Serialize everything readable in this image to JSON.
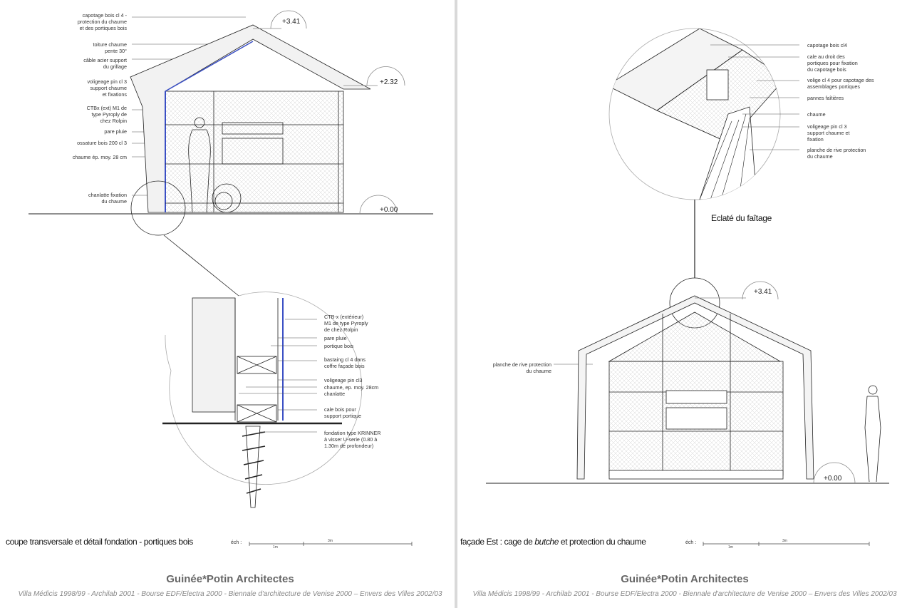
{
  "left": {
    "section_labels": [
      "capotage bois cl 4 -\nprotection du chaume\net des portiques bois",
      "toiture chaume\npente 30°",
      "câble acier support\ndu grillage",
      "voligeage pin cl 3\nsupport chaume\net fixations",
      "CTBx (ext) M1 de\ntype Pyroply de\nchez Rolpin",
      "pare pluie",
      "ossature bois 200 cl 3",
      "chaume ép. moy. 28 cm",
      "chanlatte fixation\ndu chaume"
    ],
    "elevations": [
      "+3.41",
      "+2.32",
      "+0.00"
    ],
    "detail_labels": [
      "CTB-x (extérieur)\nM1 de type Pyroply\nde chez Rolpin",
      "pare pluie",
      "portique bois",
      "bastaing cl 4 dans\ncoffre façade bois",
      "voligeage pin cl3",
      "chaume, ep. moy. 28cm",
      "chanlatte",
      "cale bois pour\nsupport portique",
      "fondation type KRINNER\nà visser U-serie (0.80 à\n1.30m de profondeur)"
    ],
    "caption": "coupe transversale et détail fondation - portiques bois",
    "scale": {
      "label": "éch :",
      "tick_1": "1m",
      "tick_3": "3m"
    },
    "firm": "Guinée*Potin Architectes",
    "credits": "Villa Médicis 1998/99 - Archilab 2001 - Bourse EDF/Electra 2000 - Biennale d'architecture de Venise 2000 – Envers des Villes 2002/03"
  },
  "right": {
    "detail_labels": [
      "capotage bois cl4",
      "cale au droit des\nportiques pour fixation\ndu capotage bois",
      "volige cl 4 pour capotage des\nassemblages portiques",
      "pannes faîtières",
      "chaume",
      "voligeage pin cl 3\nsupport chaume et\nfixation",
      "planche de rive protection\ndu chaume"
    ],
    "detail_title": "Eclaté du faîtage",
    "facade_label": "planche de rive protection\ndu chaume",
    "elevations": [
      "+3.41",
      "+0.00"
    ],
    "caption_pre": "façade Est : cage de ",
    "caption_em": "butche",
    "caption_post": " et protection du chaume",
    "scale": {
      "label": "éch :",
      "tick_1": "1m",
      "tick_3": "3m"
    },
    "firm": "Guinée*Potin Architectes",
    "credits": "Villa Médicis 1998/99 - Archilab 2001 - Bourse EDF/Electra 2000 - Biennale d'architecture de Venise 2000 – Envers des Villes 2002/03"
  },
  "colors": {
    "line": "#222222",
    "accent": "#3a4fc4",
    "divider": "#d9d9d9",
    "firm": "#666666"
  }
}
